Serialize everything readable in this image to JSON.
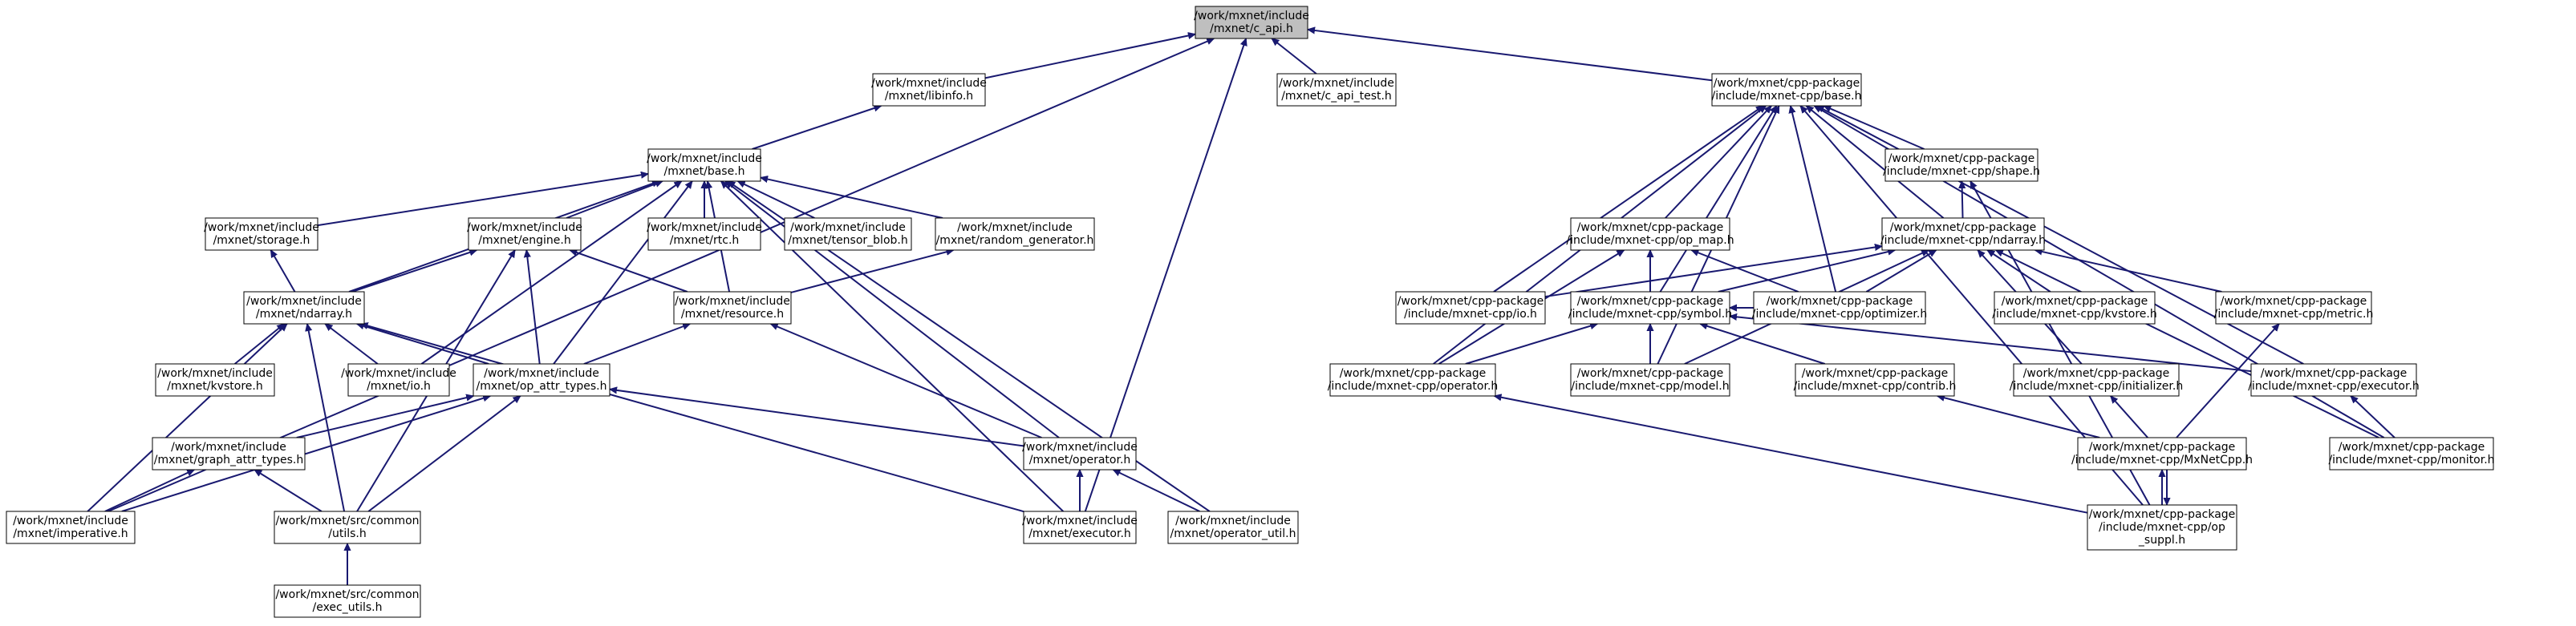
{
  "colors": {
    "edge": "#191970",
    "root_fill": "#bfbfbf",
    "node_fill": "#ffffff",
    "border": "#000000"
  },
  "nodes": {
    "c_api": {
      "line1": "/work/mxnet/include",
      "line2": "/mxnet/c_api.h",
      "root": true
    },
    "libinfo": {
      "line1": "/work/mxnet/include",
      "line2": "/mxnet/libinfo.h"
    },
    "c_api_test": {
      "line1": "/work/mxnet/include",
      "line2": "/mxnet/c_api_test.h"
    },
    "cpp_base": {
      "line1": "/work/mxnet/cpp-package",
      "line2": "/include/mxnet-cpp/base.h"
    },
    "base": {
      "line1": "/work/mxnet/include",
      "line2": "/mxnet/base.h"
    },
    "storage": {
      "line1": "/work/mxnet/include",
      "line2": "/mxnet/storage.h"
    },
    "engine": {
      "line1": "/work/mxnet/include",
      "line2": "/mxnet/engine.h"
    },
    "rtc": {
      "line1": "/work/mxnet/include",
      "line2": "/mxnet/rtc.h"
    },
    "tensor_blob": {
      "line1": "/work/mxnet/include",
      "line2": "/mxnet/tensor_blob.h"
    },
    "random_generator": {
      "line1": "/work/mxnet/include",
      "line2": "/mxnet/random_generator.h"
    },
    "ndarray": {
      "line1": "/work/mxnet/include",
      "line2": "/mxnet/ndarray.h"
    },
    "resource": {
      "line1": "/work/mxnet/include",
      "line2": "/mxnet/resource.h"
    },
    "kvstore": {
      "line1": "/work/mxnet/include",
      "line2": "/mxnet/kvstore.h"
    },
    "io": {
      "line1": "/work/mxnet/include",
      "line2": "/mxnet/io.h"
    },
    "op_attr_types": {
      "line1": "/work/mxnet/include",
      "line2": "/mxnet/op_attr_types.h"
    },
    "graph_attr_types": {
      "line1": "/work/mxnet/include",
      "line2": "/mxnet/graph_attr_types.h"
    },
    "operator": {
      "line1": "/work/mxnet/include",
      "line2": "/mxnet/operator.h"
    },
    "imperative": {
      "line1": "/work/mxnet/include",
      "line2": "/mxnet/imperative.h"
    },
    "common_utils": {
      "line1": "/work/mxnet/src/common",
      "line2": "/utils.h"
    },
    "executor": {
      "line1": "/work/mxnet/include",
      "line2": "/mxnet/executor.h"
    },
    "operator_util": {
      "line1": "/work/mxnet/include",
      "line2": "/mxnet/operator_util.h"
    },
    "exec_utils": {
      "line1": "/work/mxnet/src/common",
      "line2": "/exec_utils.h"
    },
    "cpp_shape": {
      "line1": "/work/mxnet/cpp-package",
      "line2": "/include/mxnet-cpp/shape.h"
    },
    "cpp_op_map": {
      "line1": "/work/mxnet/cpp-package",
      "line2": "/include/mxnet-cpp/op_map.h"
    },
    "cpp_ndarray": {
      "line1": "/work/mxnet/cpp-package",
      "line2": "/include/mxnet-cpp/ndarray.h"
    },
    "cpp_io": {
      "line1": "/work/mxnet/cpp-package",
      "line2": "/include/mxnet-cpp/io.h"
    },
    "cpp_symbol": {
      "line1": "/work/mxnet/cpp-package",
      "line2": "/include/mxnet-cpp/symbol.h"
    },
    "cpp_optimizer": {
      "line1": "/work/mxnet/cpp-package",
      "line2": "/include/mxnet-cpp/optimizer.h"
    },
    "cpp_kvstore": {
      "line1": "/work/mxnet/cpp-package",
      "line2": "/include/mxnet-cpp/kvstore.h"
    },
    "cpp_metric": {
      "line1": "/work/mxnet/cpp-package",
      "line2": "/include/mxnet-cpp/metric.h"
    },
    "cpp_operator": {
      "line1": "/work/mxnet/cpp-package",
      "line2": "/include/mxnet-cpp/operator.h"
    },
    "cpp_model": {
      "line1": "/work/mxnet/cpp-package",
      "line2": "/include/mxnet-cpp/model.h"
    },
    "cpp_contrib": {
      "line1": "/work/mxnet/cpp-package",
      "line2": "/include/mxnet-cpp/contrib.h"
    },
    "cpp_initializer": {
      "line1": "/work/mxnet/cpp-package",
      "line2": "/include/mxnet-cpp/initializer.h"
    },
    "cpp_executor": {
      "line1": "/work/mxnet/cpp-package",
      "line2": "/include/mxnet-cpp/executor.h"
    },
    "cpp_mxnetcpp": {
      "line1": "/work/mxnet/cpp-package",
      "line2": "/include/mxnet-cpp/MxNetCpp.h"
    },
    "cpp_monitor": {
      "line1": "/work/mxnet/cpp-package",
      "line2": "/include/mxnet-cpp/monitor.h"
    },
    "cpp_op_suppl": {
      "line1": "/work/mxnet/cpp-package",
      "line2": "/include/mxnet-cpp/op",
      "line3": "_suppl.h"
    }
  },
  "edges": [
    [
      "libinfo",
      "c_api"
    ],
    [
      "c_api_test",
      "c_api"
    ],
    [
      "cpp_base",
      "c_api"
    ],
    [
      "imperative",
      "c_api"
    ],
    [
      "executor",
      "c_api"
    ],
    [
      "base",
      "libinfo"
    ],
    [
      "storage",
      "base"
    ],
    [
      "engine",
      "base"
    ],
    [
      "rtc",
      "base"
    ],
    [
      "tensor_blob",
      "base"
    ],
    [
      "random_generator",
      "base"
    ],
    [
      "ndarray",
      "base"
    ],
    [
      "resource",
      "base"
    ],
    [
      "io",
      "base"
    ],
    [
      "op_attr_types",
      "base"
    ],
    [
      "operator",
      "base"
    ],
    [
      "executor",
      "base"
    ],
    [
      "operator_util",
      "base"
    ],
    [
      "ndarray",
      "storage"
    ],
    [
      "ndarray",
      "engine"
    ],
    [
      "resource",
      "engine"
    ],
    [
      "op_attr_types",
      "engine"
    ],
    [
      "common_utils",
      "engine"
    ],
    [
      "resource",
      "random_generator"
    ],
    [
      "kvstore",
      "ndarray"
    ],
    [
      "io",
      "ndarray"
    ],
    [
      "op_attr_types",
      "ndarray"
    ],
    [
      "imperative",
      "ndarray"
    ],
    [
      "common_utils",
      "ndarray"
    ],
    [
      "executor",
      "ndarray"
    ],
    [
      "op_attr_types",
      "resource"
    ],
    [
      "operator",
      "resource"
    ],
    [
      "graph_attr_types",
      "op_attr_types"
    ],
    [
      "operator",
      "op_attr_types"
    ],
    [
      "imperative",
      "op_attr_types"
    ],
    [
      "common_utils",
      "op_attr_types"
    ],
    [
      "imperative",
      "graph_attr_types"
    ],
    [
      "common_utils",
      "graph_attr_types"
    ],
    [
      "executor",
      "operator"
    ],
    [
      "operator_util",
      "operator"
    ],
    [
      "exec_utils",
      "common_utils"
    ],
    [
      "cpp_shape",
      "cpp_base"
    ],
    [
      "cpp_op_map",
      "cpp_base"
    ],
    [
      "cpp_ndarray",
      "cpp_base"
    ],
    [
      "cpp_io",
      "cpp_base"
    ],
    [
      "cpp_symbol",
      "cpp_base"
    ],
    [
      "cpp_optimizer",
      "cpp_base"
    ],
    [
      "cpp_operator",
      "cpp_base"
    ],
    [
      "cpp_model",
      "cpp_base"
    ],
    [
      "cpp_executor",
      "cpp_base"
    ],
    [
      "cpp_monitor",
      "cpp_base"
    ],
    [
      "cpp_op_suppl",
      "cpp_base"
    ],
    [
      "cpp_ndarray",
      "cpp_shape"
    ],
    [
      "cpp_op_suppl",
      "cpp_shape"
    ],
    [
      "cpp_symbol",
      "cpp_op_map"
    ],
    [
      "cpp_optimizer",
      "cpp_op_map"
    ],
    [
      "cpp_operator",
      "cpp_op_map"
    ],
    [
      "cpp_io",
      "cpp_ndarray"
    ],
    [
      "cpp_symbol",
      "cpp_ndarray"
    ],
    [
      "cpp_optimizer",
      "cpp_ndarray"
    ],
    [
      "cpp_kvstore",
      "cpp_ndarray"
    ],
    [
      "cpp_metric",
      "cpp_ndarray"
    ],
    [
      "cpp_model",
      "cpp_ndarray"
    ],
    [
      "cpp_initializer",
      "cpp_ndarray"
    ],
    [
      "cpp_monitor",
      "cpp_ndarray"
    ],
    [
      "cpp_optimizer",
      "cpp_symbol"
    ],
    [
      "cpp_operator",
      "cpp_symbol"
    ],
    [
      "cpp_model",
      "cpp_symbol"
    ],
    [
      "cpp_contrib",
      "cpp_symbol"
    ],
    [
      "cpp_executor",
      "cpp_symbol"
    ],
    [
      "cpp_mxnetcpp",
      "cpp_metric"
    ],
    [
      "cpp_mxnetcpp",
      "cpp_initializer"
    ],
    [
      "cpp_mxnetcpp",
      "cpp_contrib"
    ],
    [
      "cpp_monitor",
      "cpp_executor"
    ],
    [
      "cpp_op_suppl",
      "cpp_operator"
    ],
    [
      "cpp_op_suppl",
      "cpp_mxnetcpp"
    ],
    [
      "cpp_mxnetcpp",
      "cpp_op_suppl"
    ]
  ]
}
